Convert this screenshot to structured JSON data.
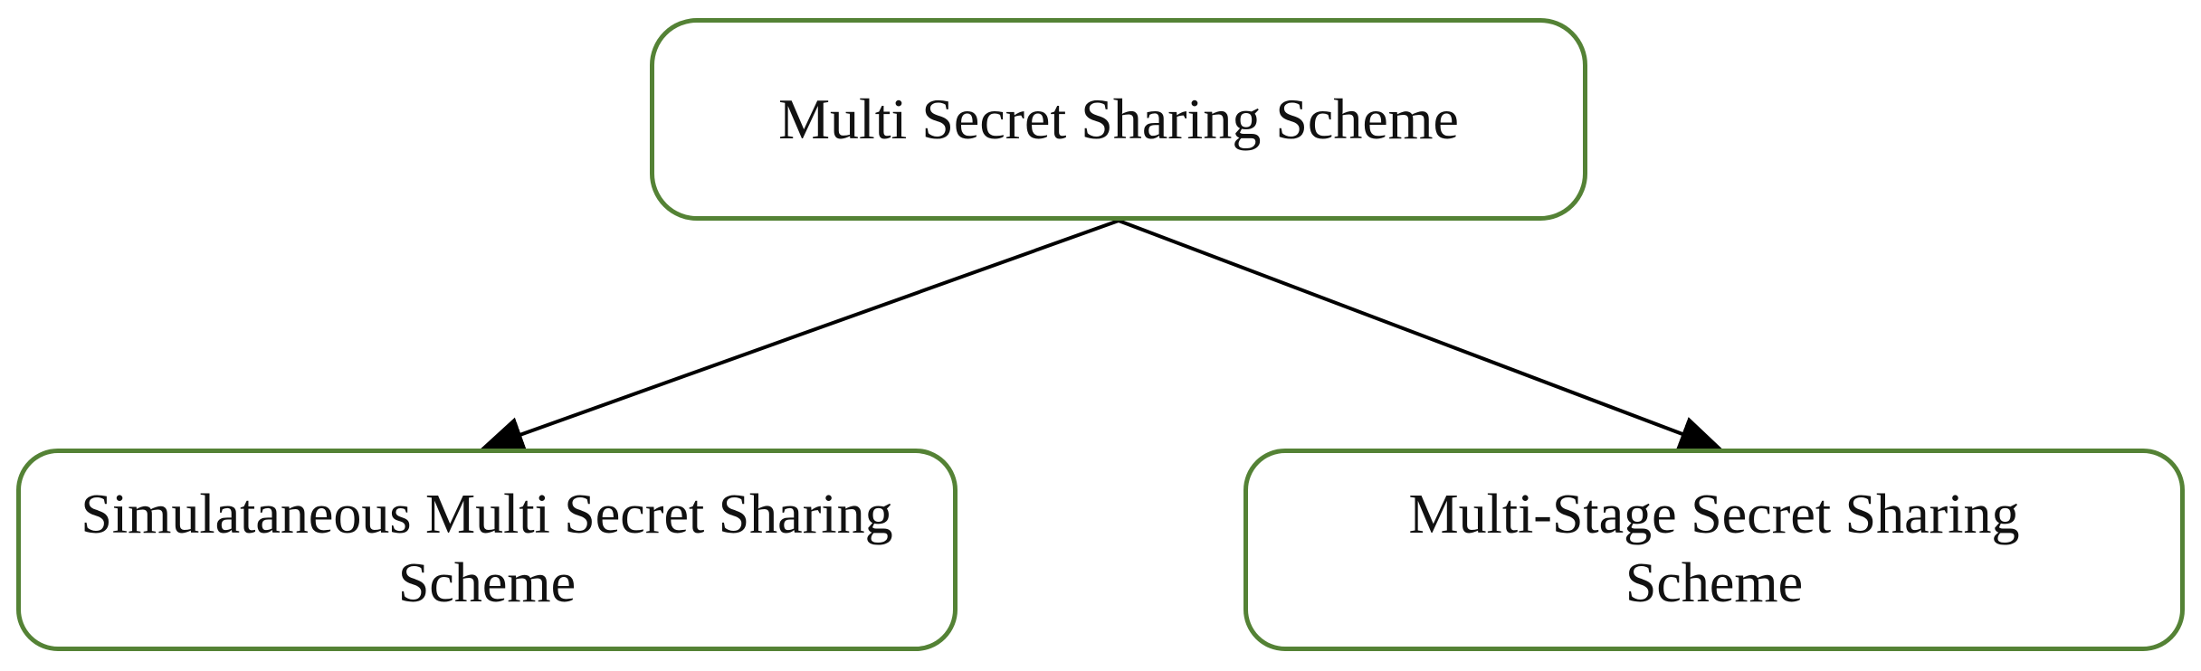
{
  "diagram": {
    "type": "tree",
    "colors": {
      "node_border": "#548235",
      "edge": "#000000",
      "text": "#111111",
      "background": "#ffffff"
    },
    "root": {
      "label": "Multi Secret Sharing Scheme"
    },
    "children": [
      {
        "label": "Simulataneous Multi Secret Sharing Scheme"
      },
      {
        "label": "Multi-Stage Secret Sharing Scheme"
      }
    ],
    "edges": [
      {
        "from": "root",
        "to": "children.0",
        "arrow": "end"
      },
      {
        "from": "root",
        "to": "children.1",
        "arrow": "end"
      }
    ]
  }
}
